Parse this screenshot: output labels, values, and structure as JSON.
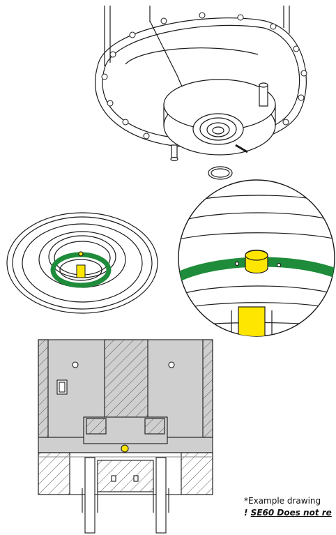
{
  "caption": {
    "note": "*Example drawing",
    "warning_mark": "!",
    "warning_text": "SE60 Does not re"
  },
  "colors": {
    "seal_green": "#1e8c3a",
    "pin_yellow": "#ffe600",
    "housing_gray": "#cfcfcf",
    "line": "#1a1a1a"
  },
  "icons": [
    "pump-housing-drawing",
    "o-ring",
    "seal-plate-view",
    "detail-zoom-circle",
    "cross-section-view"
  ]
}
